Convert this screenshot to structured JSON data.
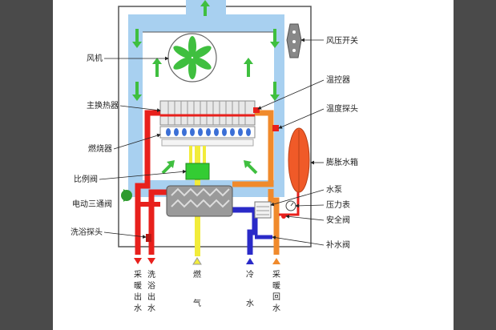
{
  "labels": {
    "fan": "风机",
    "main_exchanger": "主换热器",
    "burner": "燃烧器",
    "proportional_valve": "比例阀",
    "three_way_valve": "电动三通阀",
    "bath_probe": "洗浴探头",
    "air_pressure_switch": "风压开关",
    "thermostat": "温控器",
    "temp_probe": "温度探头",
    "expansion_tank": "膨胀水箱",
    "water_pump": "水泵",
    "pressure_gauge": "压力表",
    "safety_valve": "安全阀",
    "refill_valve": "补水阀"
  },
  "bottom": {
    "heating_out": [
      "采",
      "暖",
      "出",
      "水"
    ],
    "bath_out": [
      "洗",
      "浴",
      "出",
      "水"
    ],
    "gas": [
      "燃",
      "气"
    ],
    "cold_water": [
      "冷",
      "水"
    ],
    "heating_return": [
      "采",
      "暖",
      "回",
      "水"
    ]
  },
  "colors": {
    "hot_pipe": "#e8201c",
    "return_pipe": "#f08a2c",
    "cold_pipe": "#2a2ac8",
    "gas_pipe": "#f2ec3a",
    "flue": "#a8d0f0",
    "airflow_arrow": "#3fbf3f",
    "valve_green": "#33cc33",
    "expansion_tank": "#f05a28"
  }
}
